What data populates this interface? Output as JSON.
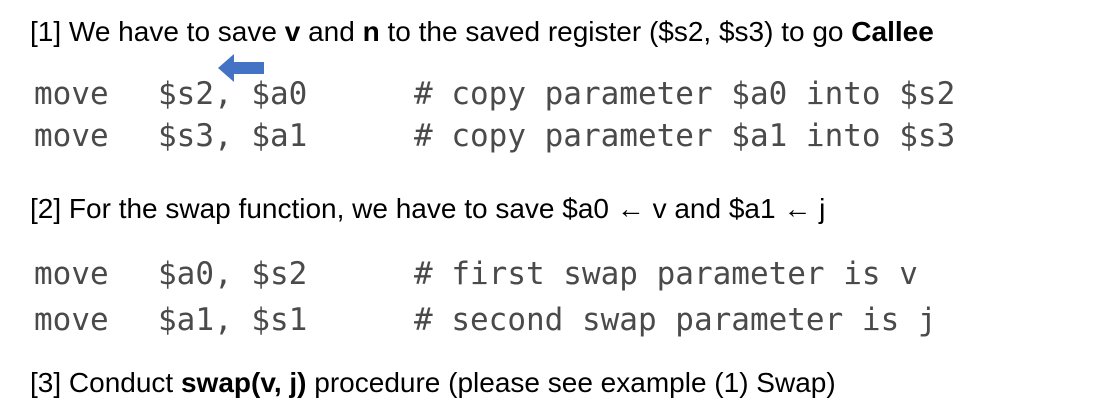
{
  "step1": {
    "prefix": "[1] We have to save ",
    "v": "v",
    "and": " and ",
    "n": "n",
    "middle": " to the saved register ($s2, $s3) to go ",
    "callee": "Callee"
  },
  "code_block_1": [
    {
      "op": "move",
      "args": "$s2, $a0",
      "comment": "# copy parameter $a0 into $s2"
    },
    {
      "op": "move",
      "args": "$s3, $a1",
      "comment": "# copy parameter $a1 into $s3"
    }
  ],
  "step2": {
    "text": "[2] For the swap function, we have to save $a0 ← v and $a1 ← j"
  },
  "code_block_2": [
    {
      "op": "move",
      "args": "$a0, $s2",
      "comment": "# first swap parameter is v"
    },
    {
      "op": "move",
      "args": "$a1, $s1",
      "comment": "# second swap parameter is j"
    }
  ],
  "step3": {
    "prefix": "[3] Conduct ",
    "call": "swap(v, j)",
    "suffix": " procedure (please see example (1) Swap)"
  },
  "annotation": {
    "arrow_color": "#4472C4",
    "arrow_icon": "left-arrow-icon"
  }
}
